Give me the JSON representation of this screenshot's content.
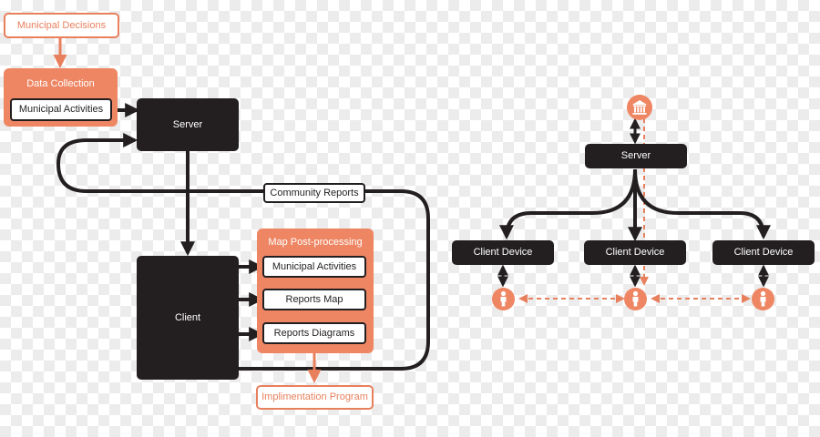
{
  "left": {
    "municipal_decisions": "Municipal Decisions",
    "data_collection": "Data Collection",
    "municipal_activities": "Municipal Activities",
    "server": "Server",
    "community_reports": "Community Reports",
    "client": "Client",
    "map_post_processing": "Map Post-processing",
    "post_items": [
      "Municipal Activities",
      "Reports Map",
      "Reports Diagrams"
    ],
    "implementation_program": "Implimentation Program"
  },
  "right": {
    "server": "Server",
    "devices": [
      "Client Device",
      "Client Device",
      "Client Device"
    ]
  },
  "colors": {
    "orange": "#ee8663",
    "orange_outline": "#e8805d",
    "dark": "#231f20"
  },
  "icons": [
    "building-icon",
    "person-icon"
  ]
}
